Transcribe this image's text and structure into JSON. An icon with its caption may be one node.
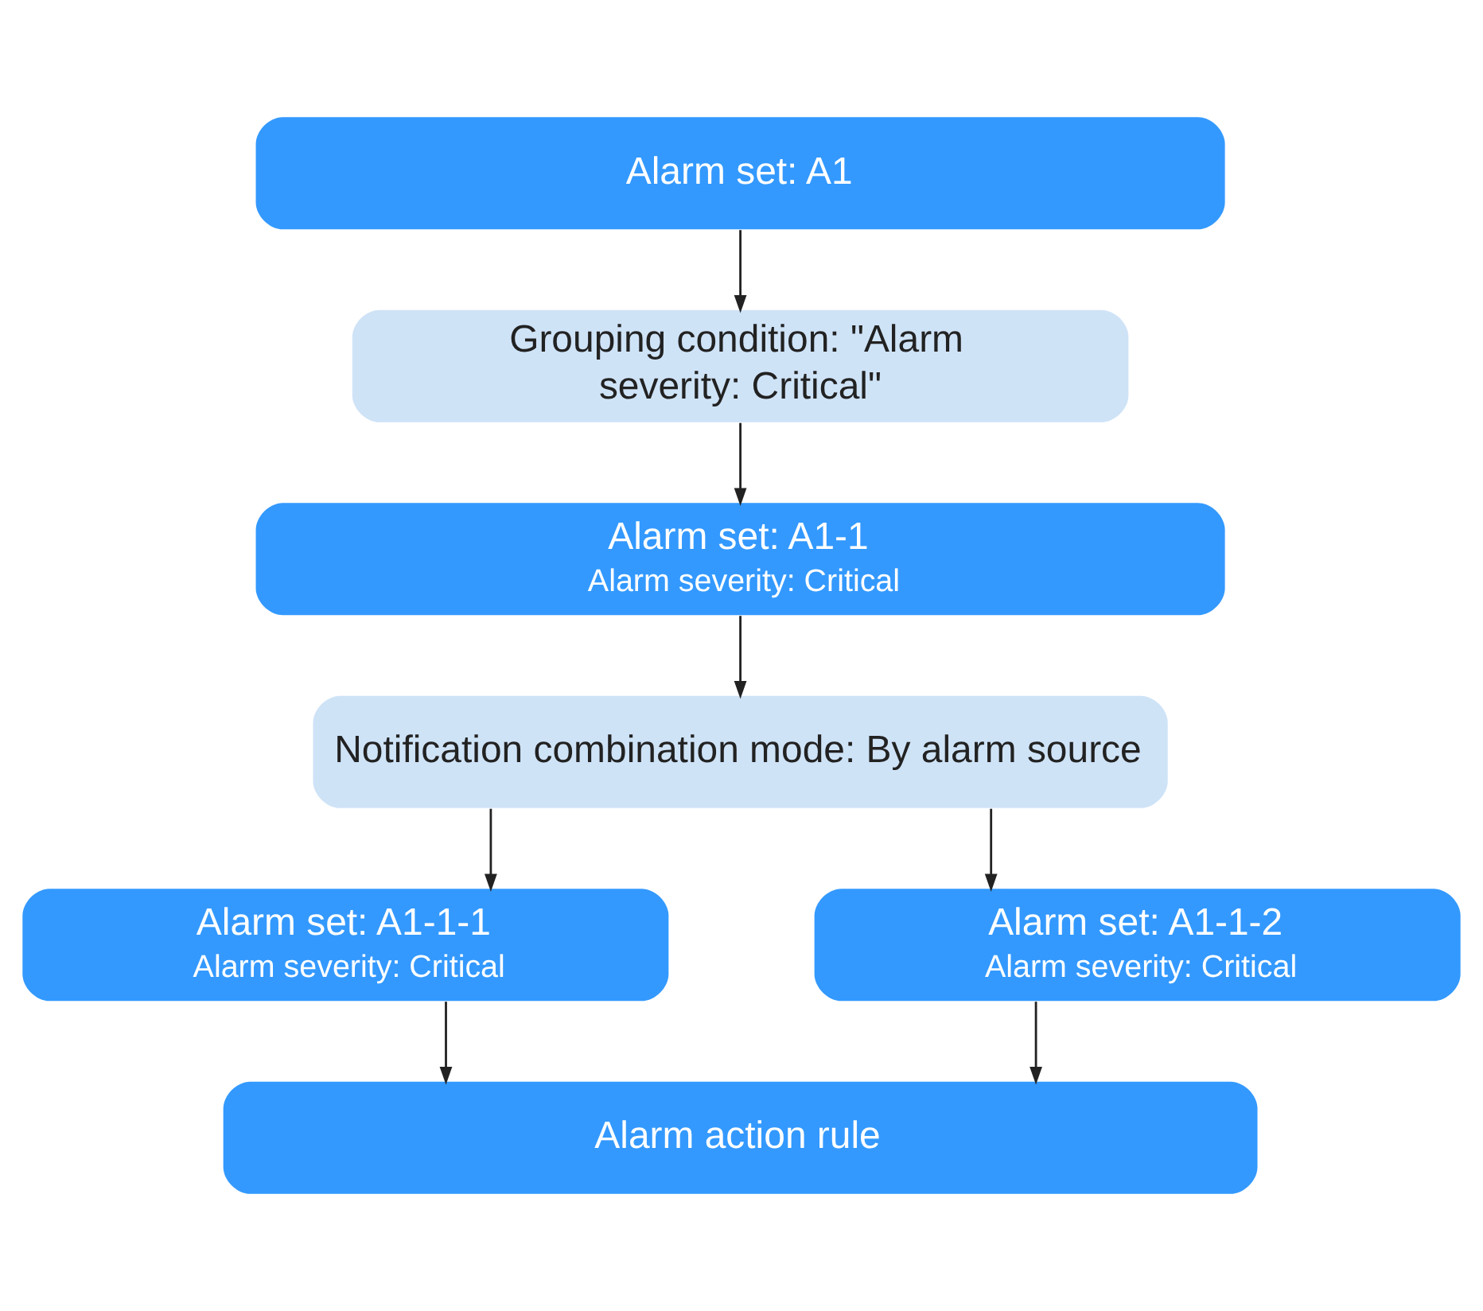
{
  "diagram": {
    "nodes": [
      {
        "text": [
          "Alarm set: A1"
        ]
      },
      {
        "text": [
          "Grouping condition: \"Alarm severity: Critical\""
        ]
      },
      {
        "text": [
          "Alarm set: A1-1",
          "Alarm severity: Critical"
        ]
      },
      {
        "text": [
          "Notification combination mode: By alarm source"
        ]
      },
      {
        "text": [
          "Alarm set: A1-1-1",
          "Alarm severity: Critical"
        ]
      },
      {
        "text": [
          "Alarm set: A1-1-2",
          "Alarm severity: Critical"
        ]
      },
      {
        "text": [
          "Alarm action rule"
        ]
      }
    ],
    "edges": [
      {
        "from": 0,
        "to": 1,
        "arrow": "to"
      },
      {
        "from": 1,
        "to": 2,
        "arrow": "to"
      },
      {
        "from": 2,
        "to": 3,
        "arrow": "to"
      },
      {
        "from": 3,
        "to": 4,
        "arrow": "to"
      },
      {
        "from": 3,
        "to": 5,
        "arrow": "to"
      },
      {
        "from": 4,
        "to": 6,
        "arrow": "to"
      },
      {
        "from": 5,
        "to": 6,
        "arrow": "to"
      }
    ]
  }
}
